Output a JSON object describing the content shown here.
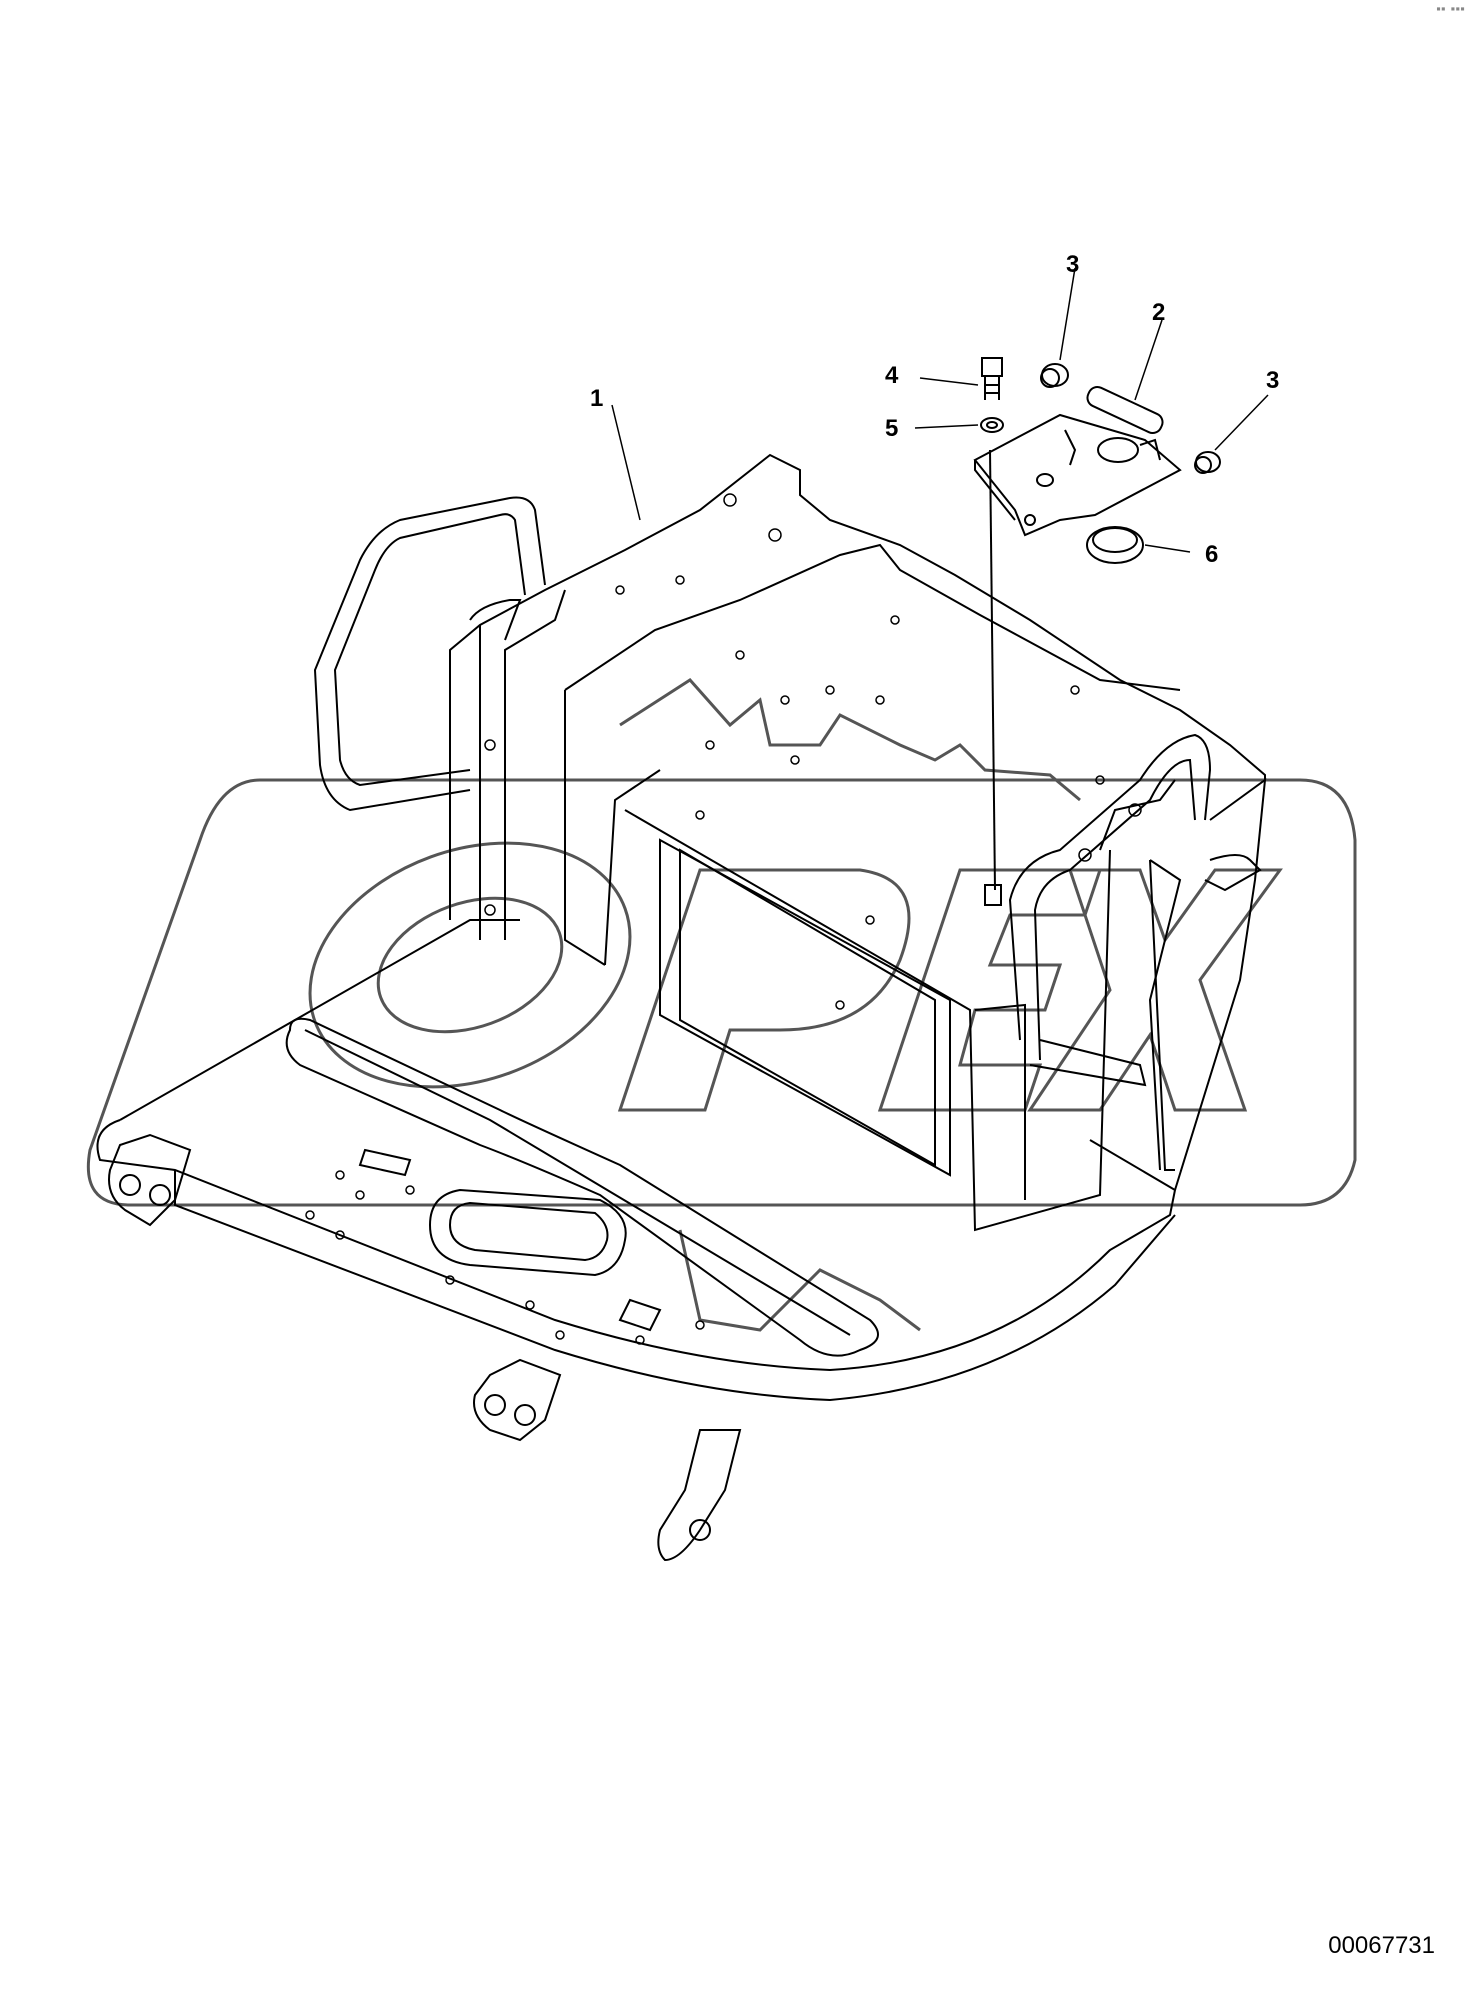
{
  "diagram": {
    "callouts": [
      {
        "id": "1",
        "label": "1"
      },
      {
        "id": "2",
        "label": "2"
      },
      {
        "id": "3a",
        "label": "3"
      },
      {
        "id": "3b",
        "label": "3"
      },
      {
        "id": "4",
        "label": "4"
      },
      {
        "id": "5",
        "label": "5"
      },
      {
        "id": "6",
        "label": "6"
      }
    ],
    "watermark": "OPEX",
    "document_number": "00067731",
    "corner_mark": "▪▪ ▪▪▪"
  },
  "colors": {
    "line": "#000000",
    "watermark": "#555555",
    "background": "#ffffff"
  }
}
